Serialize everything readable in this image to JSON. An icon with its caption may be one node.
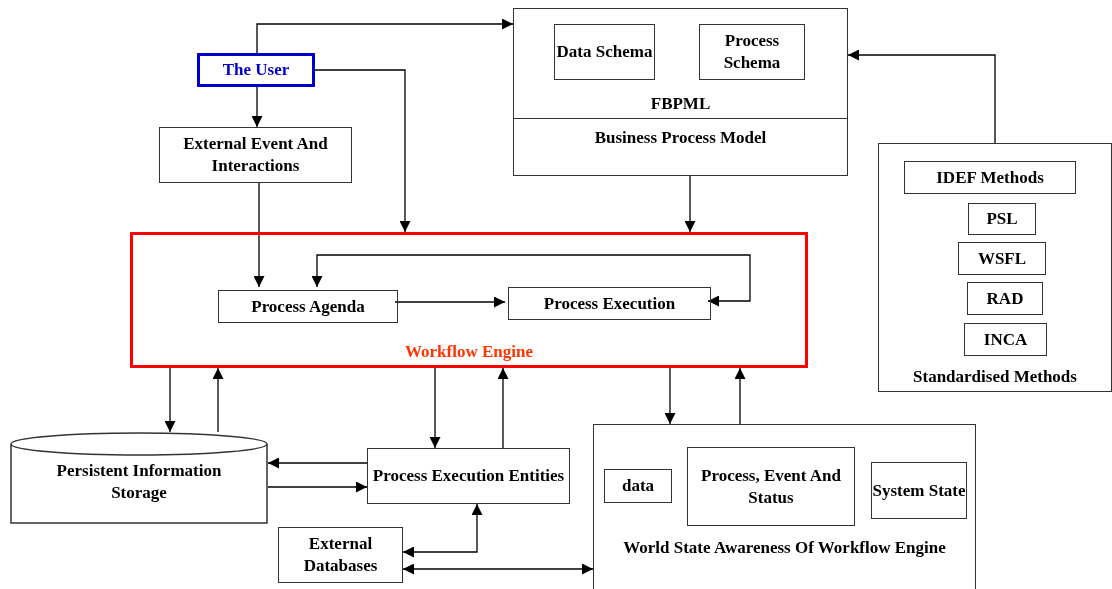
{
  "diagram": {
    "nodes": [
      {
        "text": [
          "FBPML",
          "Business Process Model"
        ]
      },
      {
        "text": [
          "Data Schema"
        ],
        "in": 0
      },
      {
        "text": [
          "Process Schema"
        ],
        "in": 0
      },
      {
        "text": [
          "The User"
        ]
      },
      {
        "text": [
          "External Event And Interactions"
        ]
      },
      {
        "text": [
          "Standardised Methods"
        ]
      },
      {
        "text": [
          "IDEF Methods"
        ],
        "in": 5
      },
      {
        "text": [
          "PSL"
        ],
        "in": 5
      },
      {
        "text": [
          "WSFL"
        ],
        "in": 5
      },
      {
        "text": [
          "RAD"
        ],
        "in": 5
      },
      {
        "text": [
          "INCA"
        ],
        "in": 5
      },
      {
        "text": [
          "Workflow Engine"
        ]
      },
      {
        "text": [
          "Process Agenda"
        ],
        "in": 11
      },
      {
        "text": [
          "Process Execution"
        ],
        "in": 11
      },
      {
        "text": [
          "Persistent Information Storage"
        ]
      },
      {
        "text": [
          "Process Execution Entities"
        ]
      },
      {
        "text": [
          "External Databases"
        ]
      },
      {
        "text": [
          "World State Awareness Of Workflow Engine"
        ]
      },
      {
        "text": [
          "data"
        ],
        "in": 17
      },
      {
        "text": [
          "Process, Event And Status"
        ],
        "in": 17
      },
      {
        "text": [
          "System State"
        ],
        "in": 17
      }
    ],
    "edges": [
      {
        "from": 3,
        "to": 0,
        "arrow": "to"
      },
      {
        "from": 3,
        "to": 4,
        "arrow": "to"
      },
      {
        "from": 3,
        "to": 11,
        "arrow": "to"
      },
      {
        "from": 4,
        "to": 12,
        "arrow": "to"
      },
      {
        "from": 5,
        "to": 0,
        "arrow": "to"
      },
      {
        "from": 0,
        "to": 11,
        "arrow": "to"
      },
      {
        "from": 12,
        "to": 13,
        "arrow": "to"
      },
      {
        "from": 12,
        "to": 13,
        "arrow": "both"
      },
      {
        "from": 11,
        "to": 14,
        "arrow": "to"
      },
      {
        "from": 14,
        "to": 11,
        "arrow": "to"
      },
      {
        "from": 15,
        "to": 14,
        "arrow": "to"
      },
      {
        "from": 14,
        "to": 15,
        "arrow": "to"
      },
      {
        "from": 11,
        "to": 15,
        "arrow": "to"
      },
      {
        "from": 15,
        "to": 11,
        "arrow": "to"
      },
      {
        "from": 16,
        "to": 15,
        "arrow": "both"
      },
      {
        "from": 16,
        "to": 17,
        "arrow": "both"
      },
      {
        "from": 11,
        "to": 17,
        "arrow": "to"
      },
      {
        "from": 17,
        "to": 11,
        "arrow": "to"
      }
    ]
  }
}
